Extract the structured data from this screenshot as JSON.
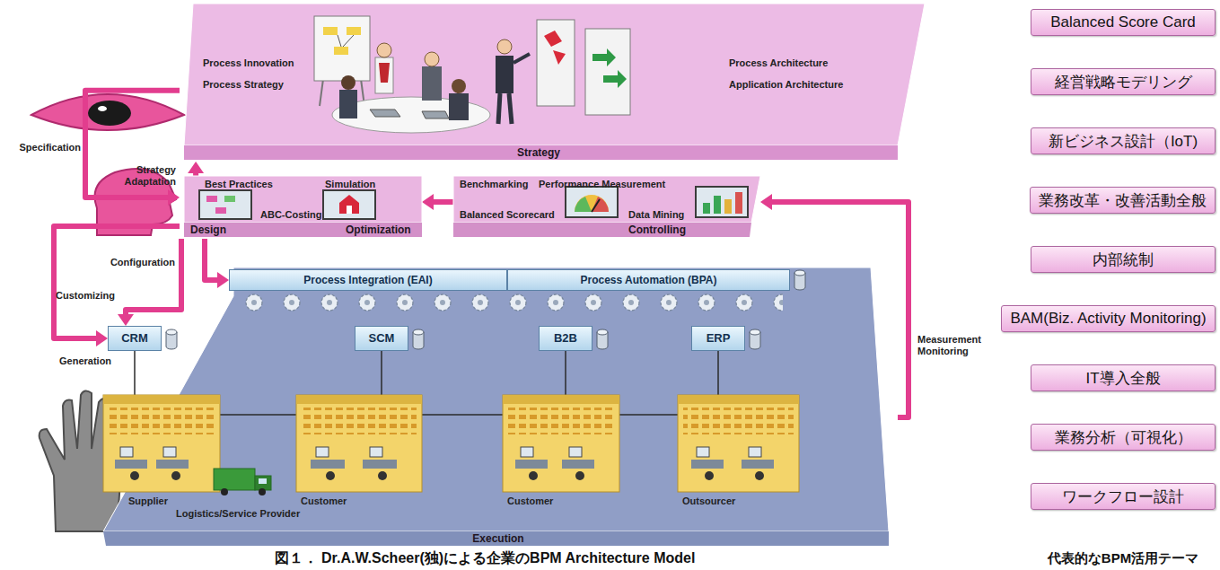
{
  "diagram": {
    "caption": "図１． Dr.A.W.Scheer(独)による企業のBPM Architecture Model",
    "nodes": [
      {
        "text": [
          "Strategy"
        ]
      },
      {
        "text": [
          "Design",
          "Optimization"
        ]
      },
      {
        "text": [
          "Controlling"
        ]
      },
      {
        "text": [
          "Execution"
        ]
      },
      {
        "text": [
          "Process Integration (EAI)"
        ],
        "in": 3
      },
      {
        "text": [
          "Process Automation (BPA)"
        ],
        "in": 3
      },
      {
        "text": [
          "CRM"
        ],
        "in": 3
      },
      {
        "text": [
          "SCM"
        ],
        "in": 3
      },
      {
        "text": [
          "B2B"
        ],
        "in": 3
      },
      {
        "text": [
          "ERP"
        ],
        "in": 3
      },
      {
        "text": [
          "Balanced Score Card"
        ]
      },
      {
        "text": [
          "経営戦略モデリング"
        ]
      },
      {
        "text": [
          "新ビジネス設計（IoT)"
        ]
      },
      {
        "text": [
          "業務改革・改善活動全般"
        ]
      },
      {
        "text": [
          "内部統制"
        ]
      },
      {
        "text": [
          "BAM(Biz. Activity Monitoring)"
        ]
      },
      {
        "text": [
          "IT導入全般"
        ]
      },
      {
        "text": [
          "業務分析（可視化）"
        ]
      },
      {
        "text": [
          "ワークフロー設計"
        ]
      }
    ],
    "edges": [
      {
        "from": 0,
        "to": 1,
        "label": "Specification",
        "arrow": "to"
      },
      {
        "from": 1,
        "to": 0,
        "label": "Strategy Adaptation",
        "arrow": "to"
      },
      {
        "from": 2,
        "to": 1,
        "arrow": "to"
      },
      {
        "from": 1,
        "to": 4,
        "label": "Configuration",
        "arrow": "to"
      },
      {
        "from": 1,
        "to": 6,
        "label": "Customizing",
        "arrow": "to"
      },
      {
        "from": 1,
        "to": 6,
        "label": "Generation",
        "arrow": "to"
      },
      {
        "from": 3,
        "to": 2,
        "label": "Measurement Monitoring",
        "arrow": "to"
      }
    ],
    "labels": [
      "Process Innovation",
      "Process Strategy",
      "Process Architecture",
      "Application Architecture",
      "Best Practices",
      "Simulation",
      "ABC-Costing",
      "Benchmarking",
      "Performance Measurement",
      "Balanced Scorecard",
      "Data Mining",
      "Supplier",
      "Customer",
      "Customer",
      "Outsourcer",
      "Logistics/Service Provider",
      "代表的なBPM活用テーマ"
    ]
  }
}
